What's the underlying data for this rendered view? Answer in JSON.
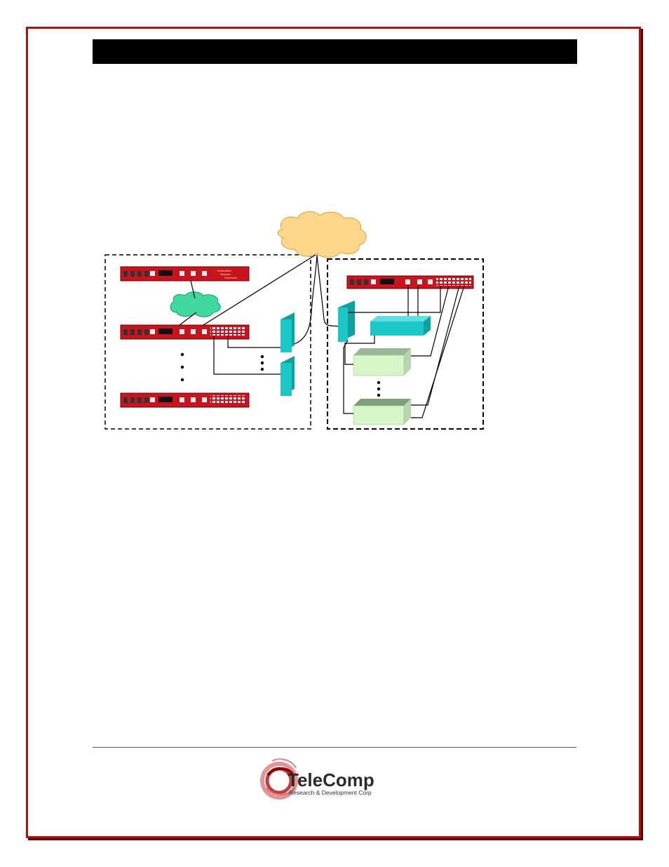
{
  "page": {
    "header_bar_text": ""
  },
  "diagram": {
    "left_site": {
      "top_device": {
        "label_line1": "Embedded",
        "label_line2": "Network",
        "label_line3": "Processor"
      }
    }
  },
  "logo": {
    "name": "TeleComp",
    "tagline": "Research & Development Corp"
  },
  "colors": {
    "frame": "#b01010",
    "device_red": "#c8141e",
    "cloud_orange": "#ffd68a",
    "cloud_green": "#3fd9a0",
    "teal": "#1cc7c7",
    "light_green": "#d8f5c8"
  }
}
